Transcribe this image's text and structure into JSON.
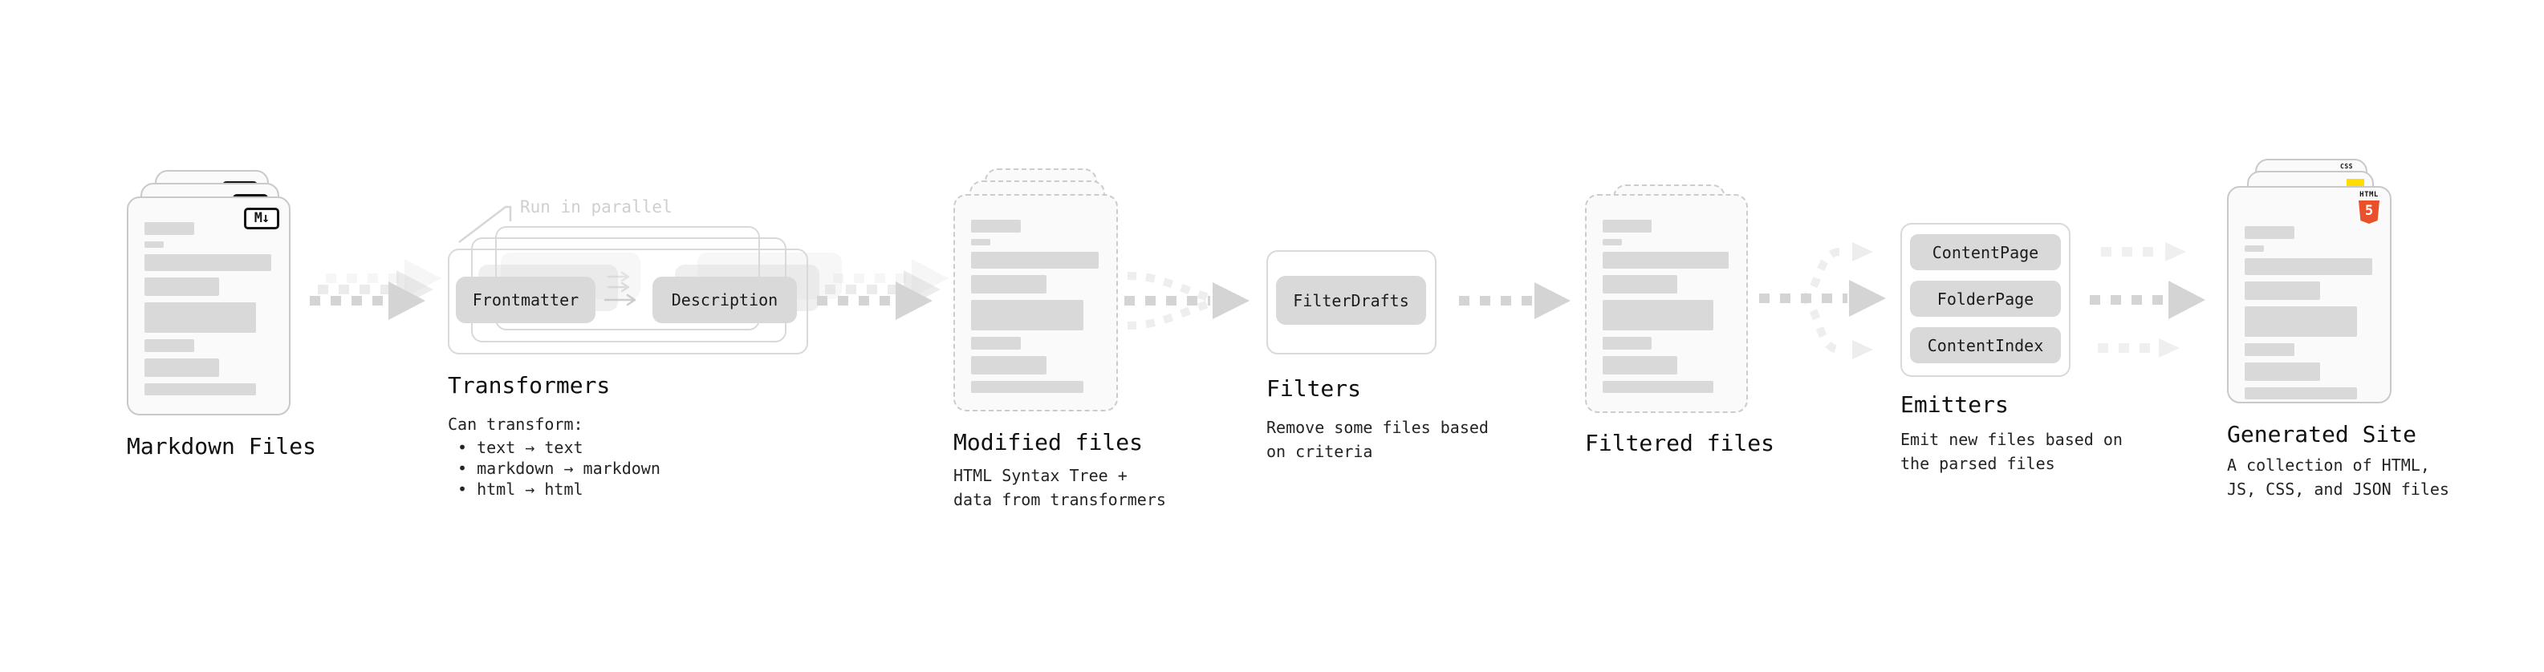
{
  "stages": {
    "markdown_files": {
      "title": "Markdown Files",
      "badge": "M↓"
    },
    "transformers": {
      "annotation": "Run in parallel",
      "input_box": "Frontmatter",
      "output_box": "Description",
      "title": "Transformers",
      "description_heading": "Can transform:",
      "bullets": [
        "• text → text",
        "• markdown → markdown",
        "• html → html"
      ]
    },
    "modified_files": {
      "title": "Modified files",
      "description": "HTML Syntax Tree +\ndata from transformers"
    },
    "filters": {
      "box": "FilterDrafts",
      "title": "Filters",
      "description": "Remove some files based\non criteria"
    },
    "filtered_files": {
      "title": "Filtered files"
    },
    "emitters": {
      "boxes": [
        "ContentPage",
        "FolderPage",
        "ContentIndex"
      ],
      "title": "Emitters",
      "description": "Emit new files based on\nthe parsed files"
    },
    "generated_site": {
      "title": "Generated Site",
      "description": "A collection of HTML,\nJS, CSS, and JSON files",
      "badge_css": "CSS",
      "badge_js_color": "#ffdd00",
      "badge_html_label": "HTML",
      "badge_html_number": "5"
    }
  },
  "colors": {
    "page_background": "#ffffff",
    "document_fill": "#fafafa",
    "document_border": "#c9c9c9",
    "placeholder_bar": "#d9d9d9",
    "chip_fill": "#d9d9d9",
    "arrow_gray": "#d4d4d4",
    "annotation_gray": "#cfcfcf",
    "css_blue": "#2f6bff",
    "js_yellow": "#ffdd00",
    "html5_orange": "#e8512a",
    "text_primary": "#111111"
  }
}
